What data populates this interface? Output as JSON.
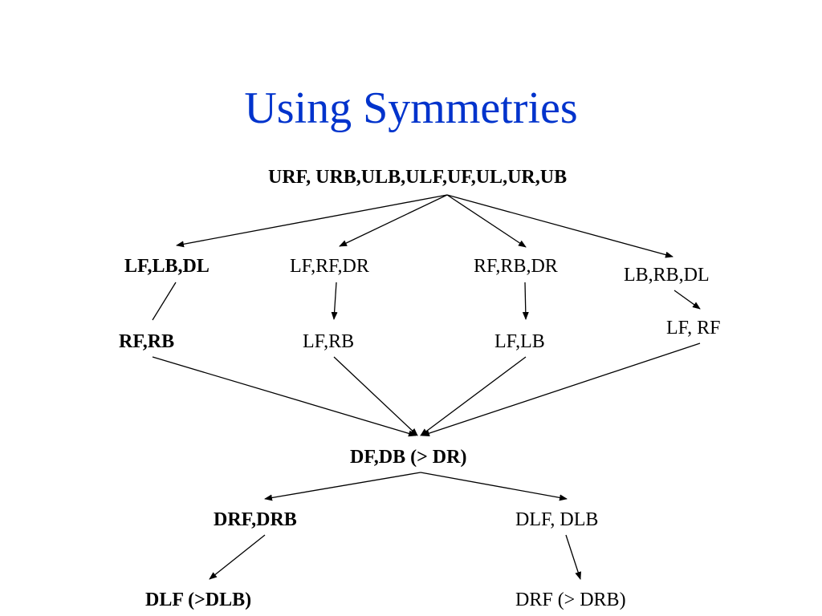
{
  "title": "Using Symmetries",
  "nodes": {
    "root": "URF, URB,ULB,ULF,UF,UL,UR,UB",
    "l1_1": "LF,LB,DL",
    "l1_2": "LF,RF,DR",
    "l1_3": "RF,RB,DR",
    "l1_4": "LB,RB,DL",
    "l2_1": "RF,RB",
    "l2_2": "LF,RB",
    "l2_3": "LF,LB",
    "l2_4": "LF, RF",
    "mid": "DF,DB (> DR)",
    "l4_1": "DRF,DRB",
    "l4_2": "DLF, DLB",
    "l5_1": "DLF (>DLB)",
    "l5_2": "DRF (> DRB)"
  }
}
